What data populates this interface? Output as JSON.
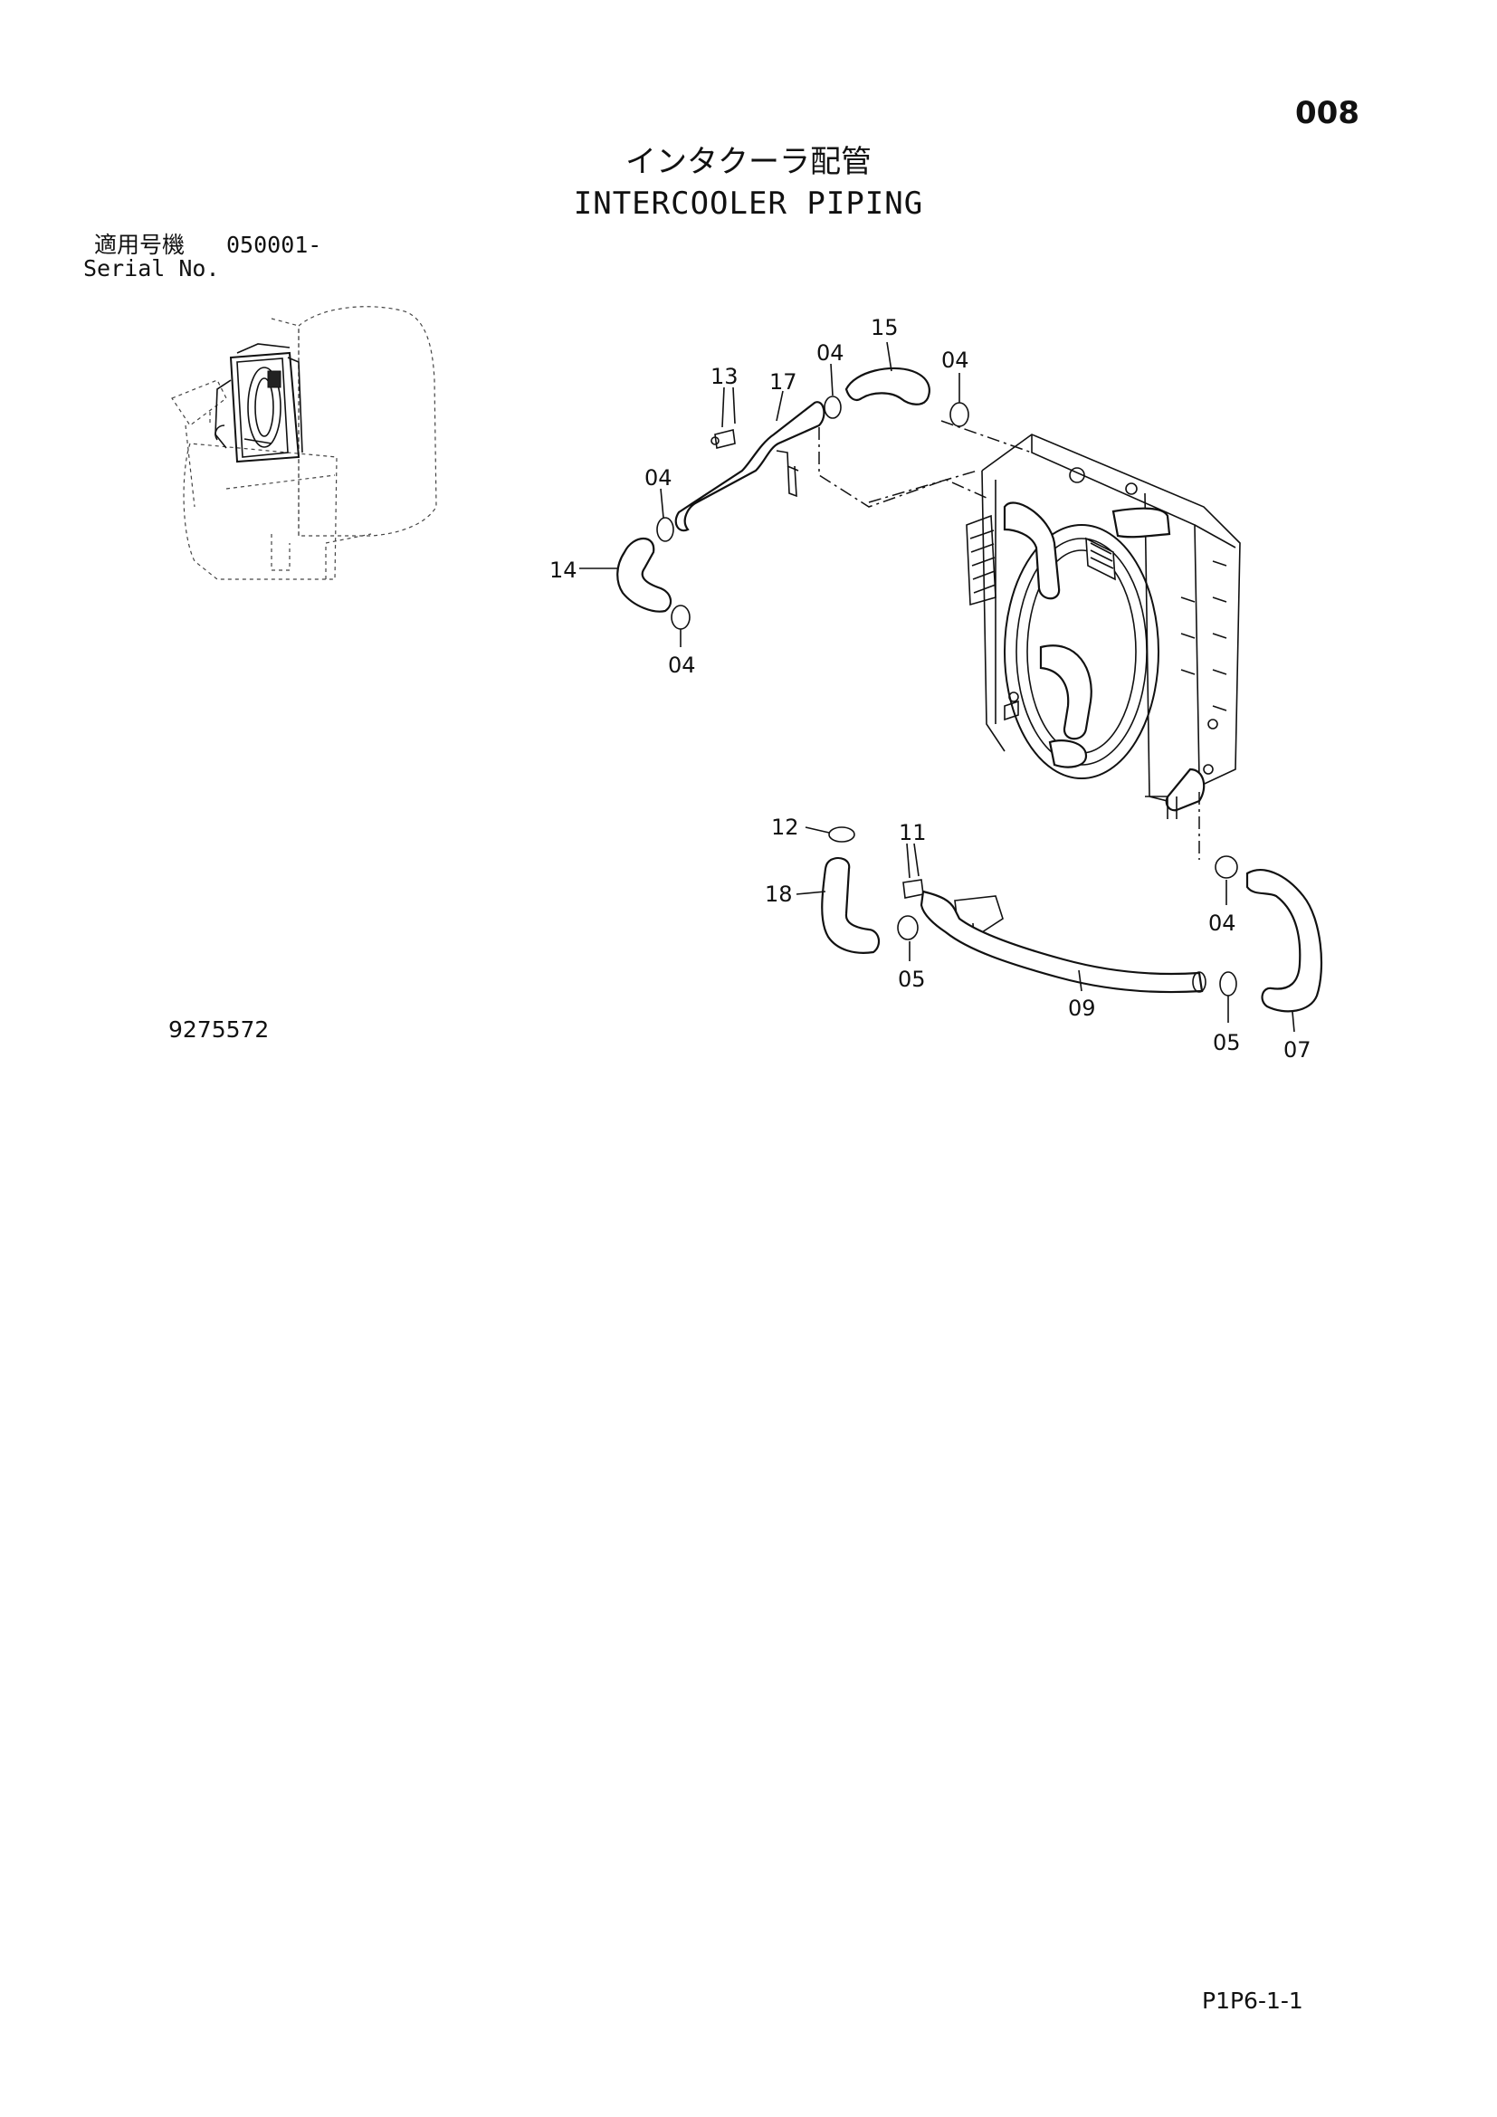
{
  "header": {
    "page_number": "008",
    "title_ja": "インタクーラ配管",
    "title_en": "INTERCOOLER PIPING"
  },
  "serial": {
    "label_ja": "適用号機",
    "range": "050001-",
    "label_en": "Serial No."
  },
  "drawing_number": "9275572",
  "footer_code": "P1P6-1-1",
  "callouts": {
    "c15": "15",
    "c04_top_left": "04",
    "c04_top_right": "04",
    "c13": "13",
    "c17": "17",
    "c04_mid": "04",
    "c14": "14",
    "c04_low": "04",
    "c12": "12",
    "c11": "11",
    "c18": "18",
    "c05_left": "05",
    "c09": "09",
    "c04_right": "04",
    "c05_right": "05",
    "c07": "07"
  }
}
